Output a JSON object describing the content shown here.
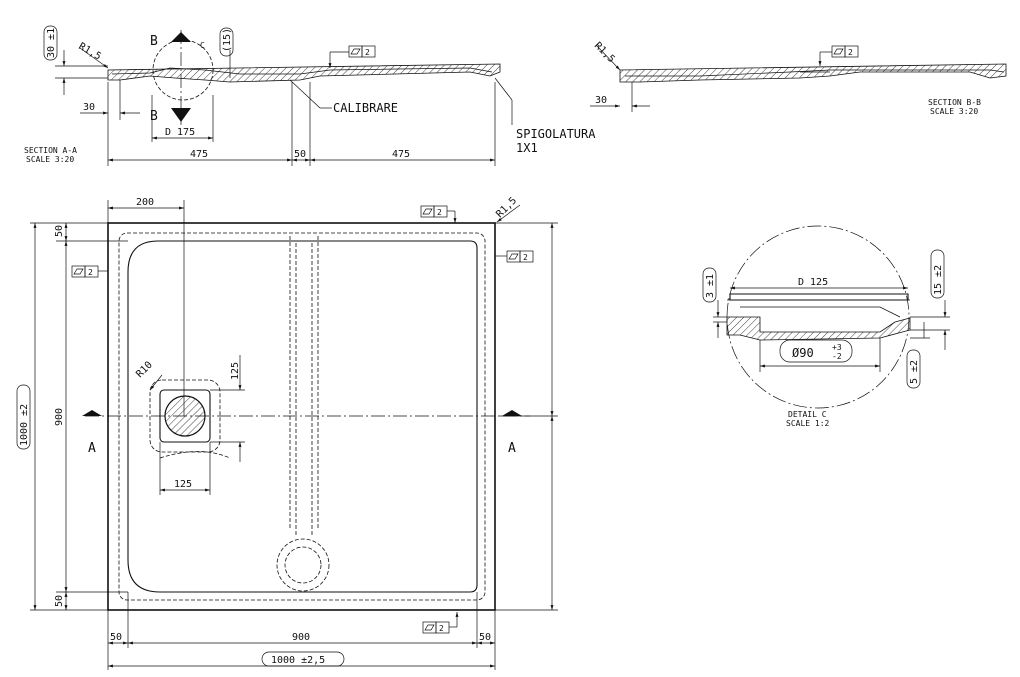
{
  "section_aa": {
    "label_line1": "SECTION A-A",
    "label_line2": "SCALE 3:20",
    "dim_thickness": "30 ±1",
    "radius": "R1,5",
    "dim_15": "(15)",
    "dim_30": "30",
    "cut_letter": "B",
    "detail_letter": "C",
    "diameter": "D 175",
    "flatness": "2",
    "calibrare": "CALIBRARE",
    "spigolatura": "SPIGOLATURA",
    "spigolatura_size": "1X1",
    "dim_left": "475",
    "dim_mid": "50",
    "dim_right": "475"
  },
  "section_bb": {
    "label_line1": "SECTION B-B",
    "label_line2": "SCALE 3:20",
    "radius": "R1,5",
    "dim_30": "30",
    "flatness": "2"
  },
  "plan": {
    "dim_200": "200",
    "flatness_top": "2",
    "flatness_right": "2",
    "flatness_left": "2",
    "flatness_bottom": "2",
    "radius_corner": "R1,5",
    "radius_drain": "R10",
    "dim_50_top": "50",
    "dim_900_v": "900",
    "dim_1000_v": "1000 ±2",
    "dim_50_bottom": "50",
    "dim_125_v": "125",
    "dim_125_h": "125",
    "section_letter_left": "A",
    "section_letter_right": "A",
    "dim_50_left": "50",
    "dim_900_h": "900",
    "dim_50_right": "50",
    "dim_1000_h": "1000 ±2,5"
  },
  "detail_c": {
    "label_line1": "DETAIL C",
    "label_line2": "SCALE 1:2",
    "diameter_top": "D 125",
    "diameter_bottom": "Ø90",
    "tol_plus": "+3",
    "tol_minus": "-2",
    "dim_3": "3 ±1",
    "dim_15": "15 ±2",
    "dim_5": "5 ±2"
  }
}
